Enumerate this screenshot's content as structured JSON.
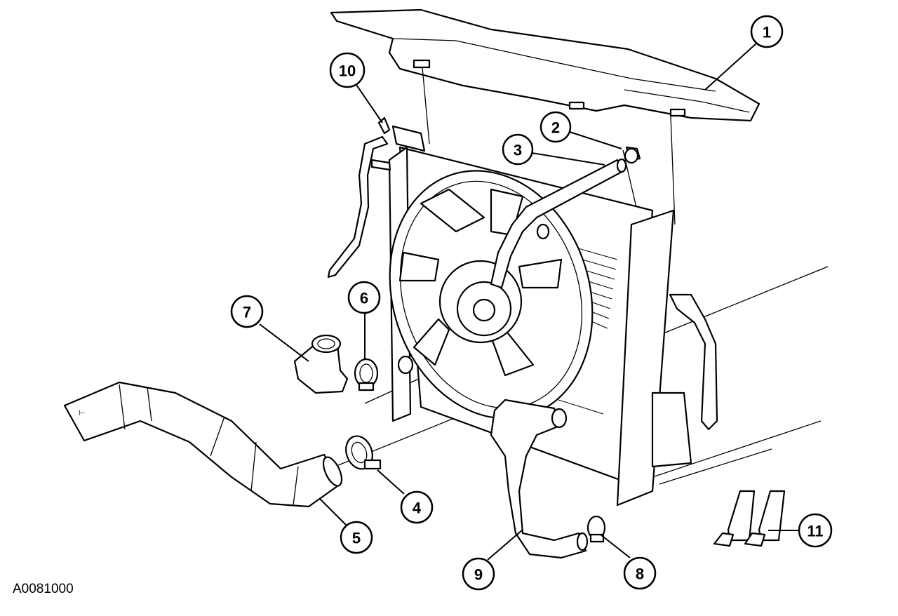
{
  "figure_id": "A0081000",
  "callouts": [
    {
      "label": "1"
    },
    {
      "label": "2"
    },
    {
      "label": "3"
    },
    {
      "label": "4"
    },
    {
      "label": "5"
    },
    {
      "label": "6"
    },
    {
      "label": "7"
    },
    {
      "label": "8"
    },
    {
      "label": "9"
    },
    {
      "label": "10"
    },
    {
      "label": "11"
    }
  ],
  "colors": {
    "line": "#000000",
    "background": "#ffffff"
  }
}
